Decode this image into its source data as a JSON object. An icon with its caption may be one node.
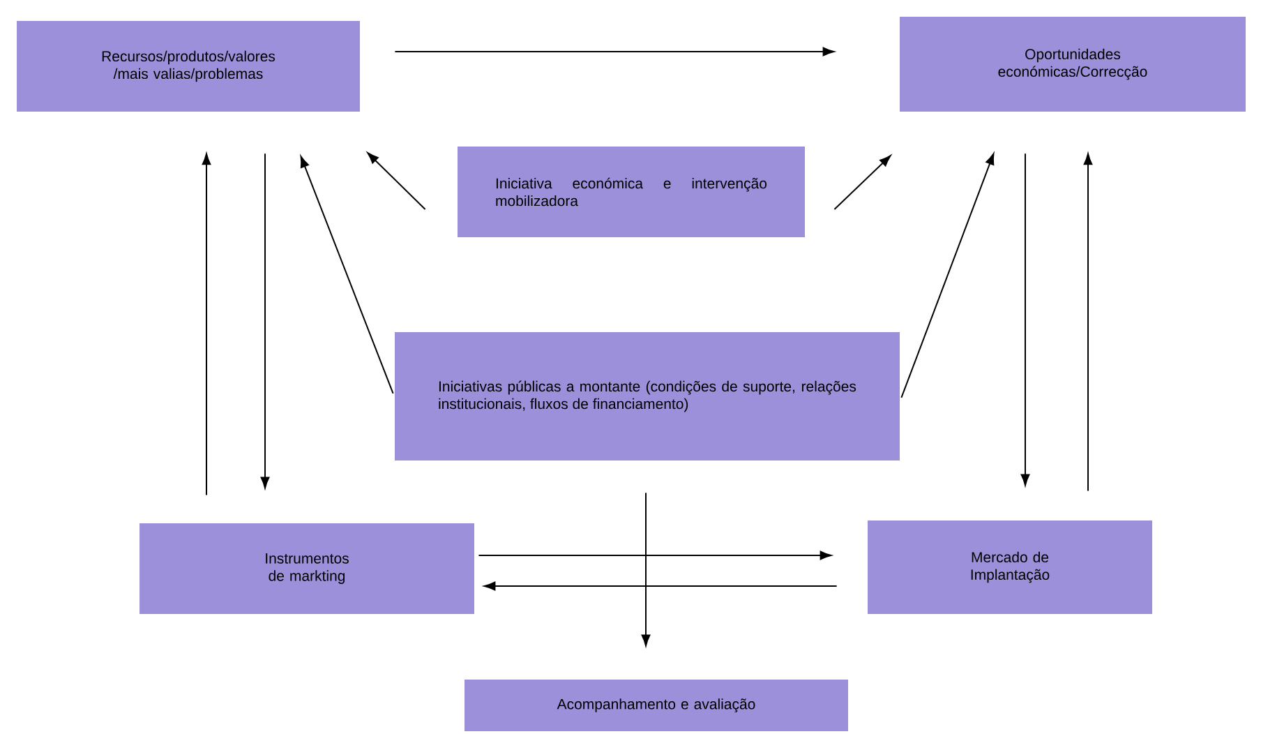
{
  "diagram": {
    "nodes": [
      {
        "text": [
          "Recursos/produtos/valores /mais valias/problemas"
        ]
      },
      {
        "text": [
          "Oportunidades económicas/Correcção"
        ]
      },
      {
        "text": [
          "Iniciativa económica e intervenção mobilizadora"
        ]
      },
      {
        "text": [
          "Iniciativas públicas a montante (condições de suporte, relações institucionais, fluxos de financiamento)"
        ]
      },
      {
        "text": [
          "Instrumentos de markting"
        ]
      },
      {
        "text": [
          "Mercado de Implantação"
        ]
      },
      {
        "text": [
          "Acompanhamento e avaliação"
        ]
      }
    ],
    "edges": [
      {
        "from": 0,
        "to": 1,
        "arrow": "to"
      },
      {
        "from": 2,
        "to": 0,
        "arrow": "to"
      },
      {
        "from": 2,
        "to": 1,
        "arrow": "to"
      },
      {
        "from": 3,
        "to": 0,
        "arrow": "to"
      },
      {
        "from": 3,
        "to": 1,
        "arrow": "to"
      },
      {
        "from": 0,
        "to": 4,
        "arrow": "to"
      },
      {
        "from": 4,
        "to": 0,
        "arrow": "to"
      },
      {
        "from": 1,
        "to": 5,
        "arrow": "to"
      },
      {
        "from": 5,
        "to": 1,
        "arrow": "to"
      },
      {
        "from": 4,
        "to": 5,
        "arrow": "to"
      },
      {
        "from": 5,
        "to": 4,
        "arrow": "to"
      },
      {
        "from": 3,
        "to": 6,
        "arrow": "to"
      }
    ]
  }
}
